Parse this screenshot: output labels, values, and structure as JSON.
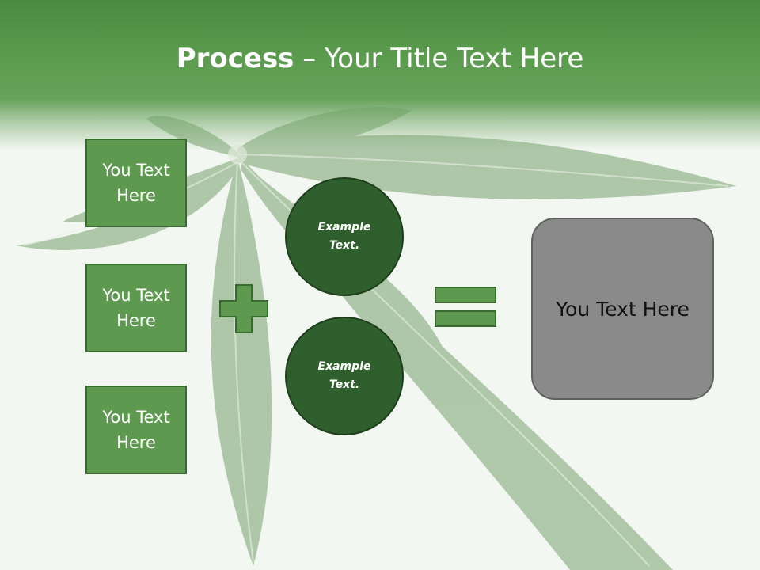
{
  "title": {
    "bold": "Process",
    "light": " – Your Title Text Here"
  },
  "boxes": [
    {
      "label": "You Text Here"
    },
    {
      "label": "You Text Here"
    },
    {
      "label": "You Text Here"
    }
  ],
  "circles": [
    {
      "label": "Example Text."
    },
    {
      "label": "Example Text."
    }
  ],
  "result": {
    "label": "You Text Here"
  },
  "colors": {
    "header_green": "#5c9c4f",
    "box_green": "#5d9a50",
    "circle_green": "#2f5f2c",
    "result_gray": "#8a8a8a"
  },
  "icons": {
    "operator_1": "plus-icon",
    "operator_2": "equals-icon",
    "background": "leaf-icon"
  }
}
